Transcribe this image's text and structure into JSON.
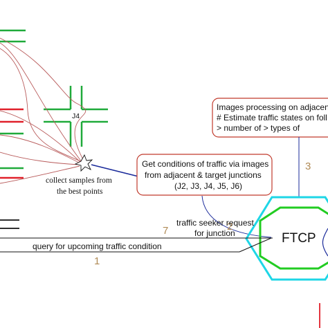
{
  "colors": {
    "road_green": "#1faa3a",
    "road_red": "#e0202a",
    "road_black": "#111111",
    "arrow_red": "#b85a5a",
    "blue_link": "#1a2a9a",
    "box_border": "#c0392b",
    "hex_outer": "#1ed6e6",
    "hex_inner": "#22cc22",
    "step_number": "#b08a55"
  },
  "junction_label": "J4",
  "collect_note": {
    "line1": "collect samples from",
    "line2": "the best points"
  },
  "conditions_box": {
    "line1": "Get conditions of traffic via images",
    "line2": "from adjacent & target junctions",
    "line3": "(J2, J3, J4, J5, J6)"
  },
  "processing_box": {
    "line1": "Images processing on adjacen",
    "line2": "# Estimate traffic states on foll",
    "line3": "> number of     > types of"
  },
  "hub_label": "FTCP",
  "seeker_request": {
    "line1": "traffic seeker request",
    "line2": "for junction"
  },
  "query_label": "query for upcoming traffic condition",
  "steps": {
    "s1": "1",
    "s2": "2",
    "s3": "3",
    "s7": "7"
  }
}
